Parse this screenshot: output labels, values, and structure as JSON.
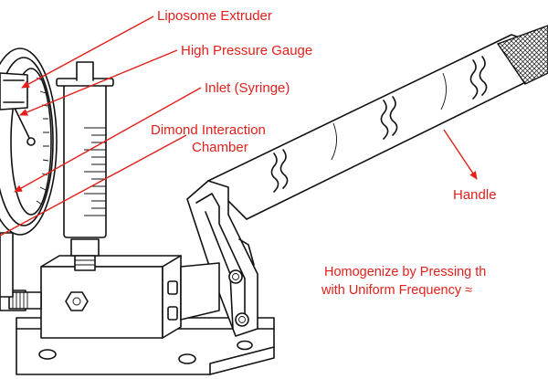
{
  "colors": {
    "label": "#e3201b",
    "ink": "#111111",
    "background": "#ffffff"
  },
  "labels": {
    "liposome_extruder": "Liposome Extruder",
    "high_pressure_gauge": "High Pressure Gauge",
    "inlet": "Inlet (Syringe)",
    "interaction_chamber_line1": "Dimond Interaction",
    "interaction_chamber_line2": "Chamber",
    "handle": "Handle"
  },
  "caption": {
    "line1": "Homogenize by Pressing th",
    "line2": "with Uniform Frequency ≈"
  }
}
